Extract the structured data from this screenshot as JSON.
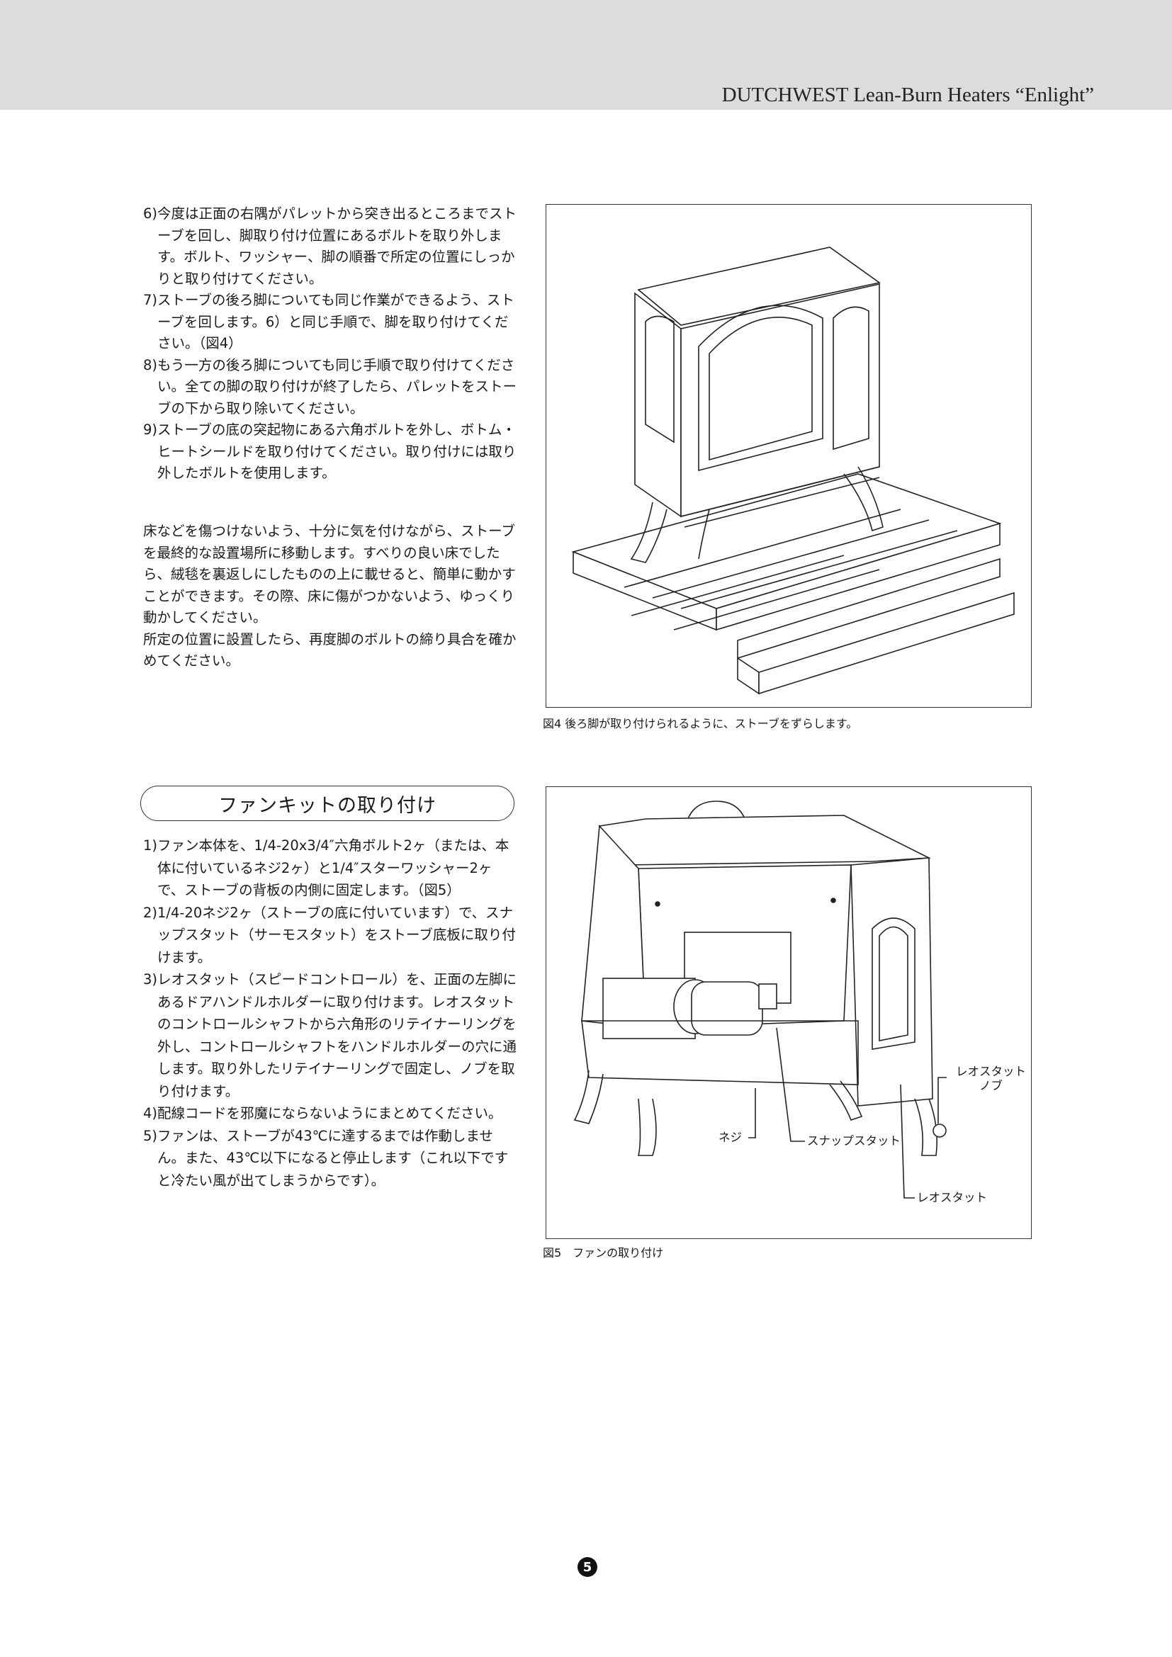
{
  "header": {
    "title": "DUTCHWEST Lean-Burn Heaters “Enlight”"
  },
  "steps_part1": [
    {
      "num": "6)",
      "text": "今度は正面の右隅がパレットから突き出るところまでストーブを回し、脚取り付け位置にあるボルトを取り外します。ボルト、ワッシャー、脚の順番で所定の位置にしっかりと取り付けてください。"
    },
    {
      "num": "7)",
      "text": "ストーブの後ろ脚についても同じ作業ができるよう、ストーブを回します。6）と同じ手順で、脚を取り付けてください。（図4）"
    },
    {
      "num": "8)",
      "text": "もう一方の後ろ脚についても同じ手順で取り付けてください。全ての脚の取り付けが終了したら、パレットをストーブの下から取り除いてください。"
    },
    {
      "num": "9)",
      "text": "ストーブの底の突起物にある六角ボルトを外し、ボトム・ヒートシールドを取り付けてください。取り付けには取り外したボルトを使用します。"
    }
  ],
  "paragraph": [
    "床などを傷つけないよう、十分に気を付けながら、ストーブを最終的な設置場所に移動します。すべりの良い床でしたら、絨毯を裏返しにしたものの上に載せると、簡単に動かすことができます。その際、床に傷がつかないよう、ゆっくり動かしてください。",
    "所定の位置に設置したら、再度脚のボルトの締り具合を確かめてください。"
  ],
  "figure4": {
    "caption": "図4 後ろ脚が取り付けられるように、ストーブをずらします。"
  },
  "section": {
    "title": "ファンキットの取り付け"
  },
  "steps_part2": [
    {
      "num": "1)",
      "text": "ファン本体を、1/4-20x3/4″六角ボルト2ヶ（または、本体に付いているネジ2ヶ）と1/4″スターワッシャー2ヶで、ストーブの背板の内側に固定します。（図5）"
    },
    {
      "num": "2)",
      "text": "1/4-20ネジ2ヶ（ストーブの底に付いています）で、スナップスタット（サーモスタット）をストーブ底板に取り付けます。"
    },
    {
      "num": "3)",
      "text": "レオスタット（スピードコントロール）を、正面の左脚にあるドアハンドルホルダーに取り付けます。レオスタットのコントロールシャフトから六角形のリテイナーリングを外し、コントロールシャフトをハンドルホルダーの穴に通します。取り外したリテイナーリングで固定し、ノブを取り付けます。"
    },
    {
      "num": "4)",
      "text": "配線コードを邪魔にならないようにまとめてください。"
    },
    {
      "num": "5)",
      "text": "ファンは、ストーブが43℃に達するまでは作動しません。また、43℃以下になると停止します（これ以下ですと冷たい風が出てしまうからです）。"
    }
  ],
  "figure5": {
    "caption": "図5　ファンの取り付け",
    "labels": {
      "knob_line1": "レオスタット",
      "knob_line2": "ノブ",
      "screw": "ネジ",
      "snapstat": "スナップスタット",
      "rheostat": "レオスタット"
    }
  },
  "page_number": "5"
}
